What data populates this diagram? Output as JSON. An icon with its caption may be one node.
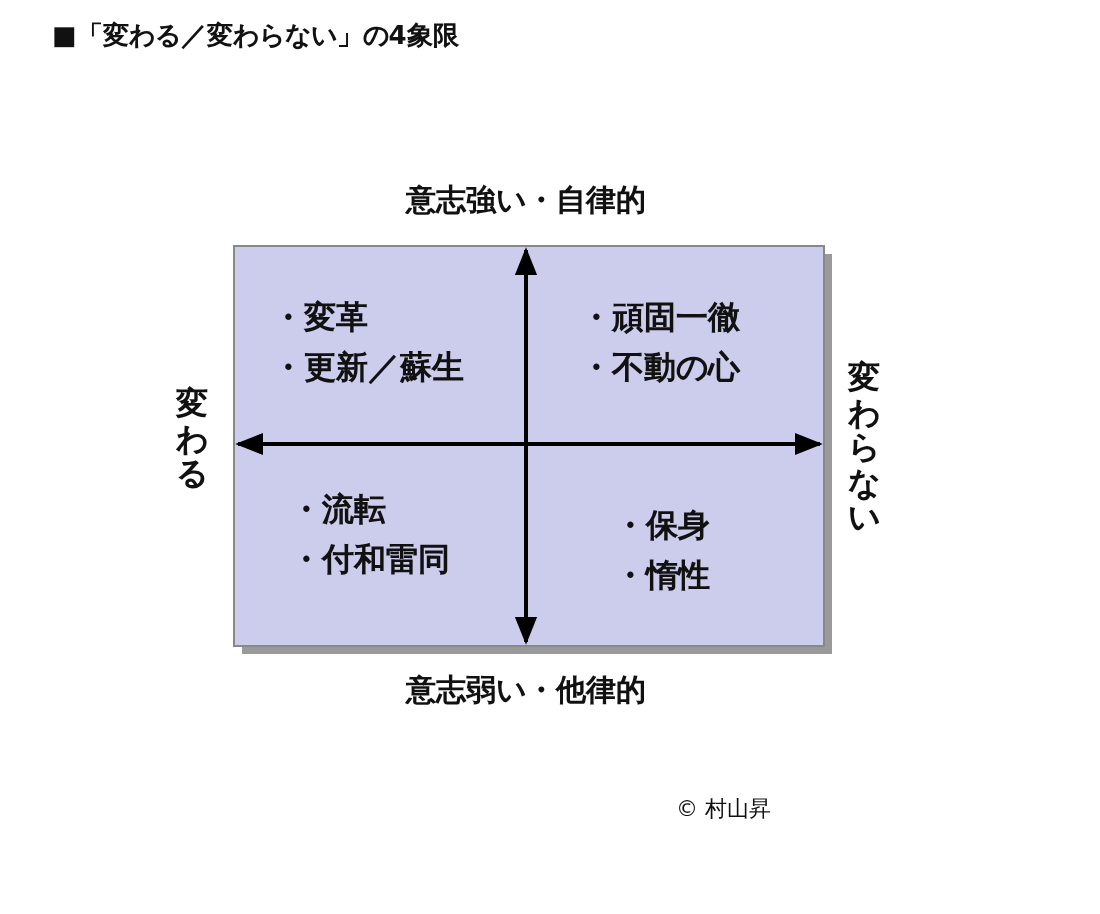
{
  "diagram": {
    "title": "■「変わる／変わらない」の4象限",
    "labels": [
      "意志強い・自律的",
      "・変革",
      "・更新／蘇生",
      "・頑固一徹",
      "・不動の心",
      "変わる",
      "変わらない",
      "・流転",
      "・付和雷同",
      "・保身",
      "・惰性",
      "意志弱い・他律的",
      "© 村山昇"
    ]
  }
}
